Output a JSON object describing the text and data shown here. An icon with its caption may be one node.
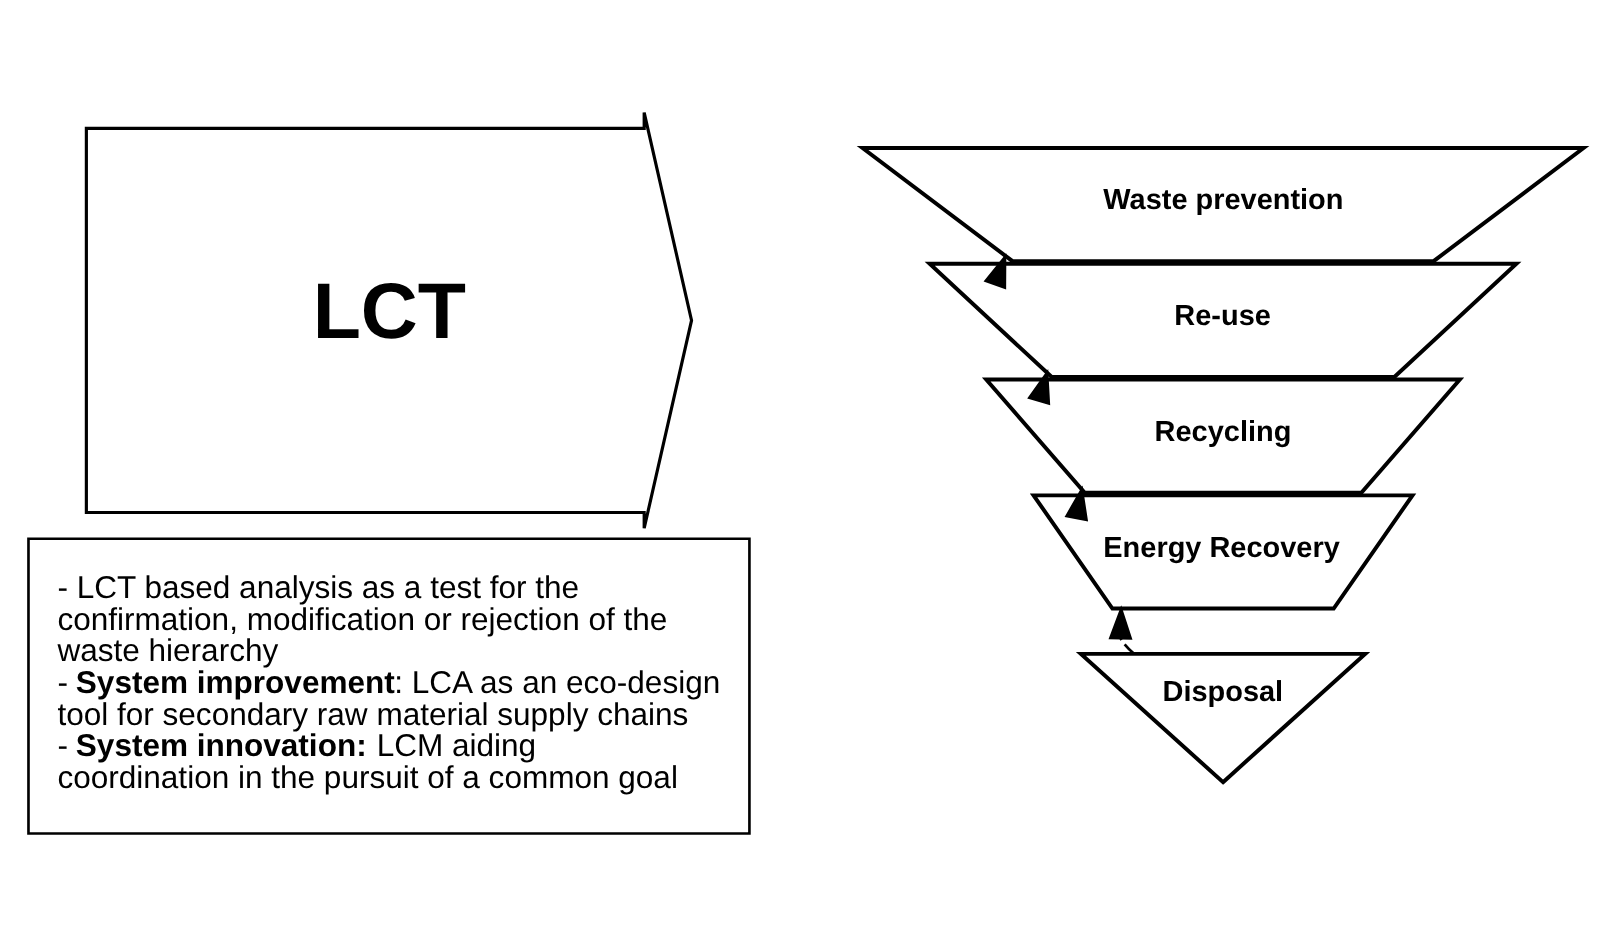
{
  "diagram": {
    "nodes": [
      {
        "text": [
          "LCT"
        ]
      },
      {
        "text": [
          "Waste prevention"
        ]
      },
      {
        "text": [
          "Re-use"
        ]
      },
      {
        "text": [
          "Recycling"
        ]
      },
      {
        "text": [
          "Energy Recovery"
        ]
      },
      {
        "text": [
          "Disposal"
        ]
      },
      {
        "text": [
          "- LCT based analysis as a test for the confirmation, modification or rejection of the waste hierarchy",
          "- **System improvement**: LCA as an eco-design tool for secondary raw material supply chains",
          "- **System innovation:** LCM aiding coordination in the pursuit of a common goal"
        ]
      }
    ],
    "edges": [
      {
        "from": 5,
        "to": 4,
        "arrow": "to",
        "style": "dashed"
      },
      {
        "from": 4,
        "to": 3,
        "arrow": "to",
        "style": "dashed"
      },
      {
        "from": 3,
        "to": 2,
        "arrow": "to",
        "style": "dashed"
      },
      {
        "from": 2,
        "to": 1,
        "arrow": "to",
        "style": "dashed"
      }
    ]
  }
}
